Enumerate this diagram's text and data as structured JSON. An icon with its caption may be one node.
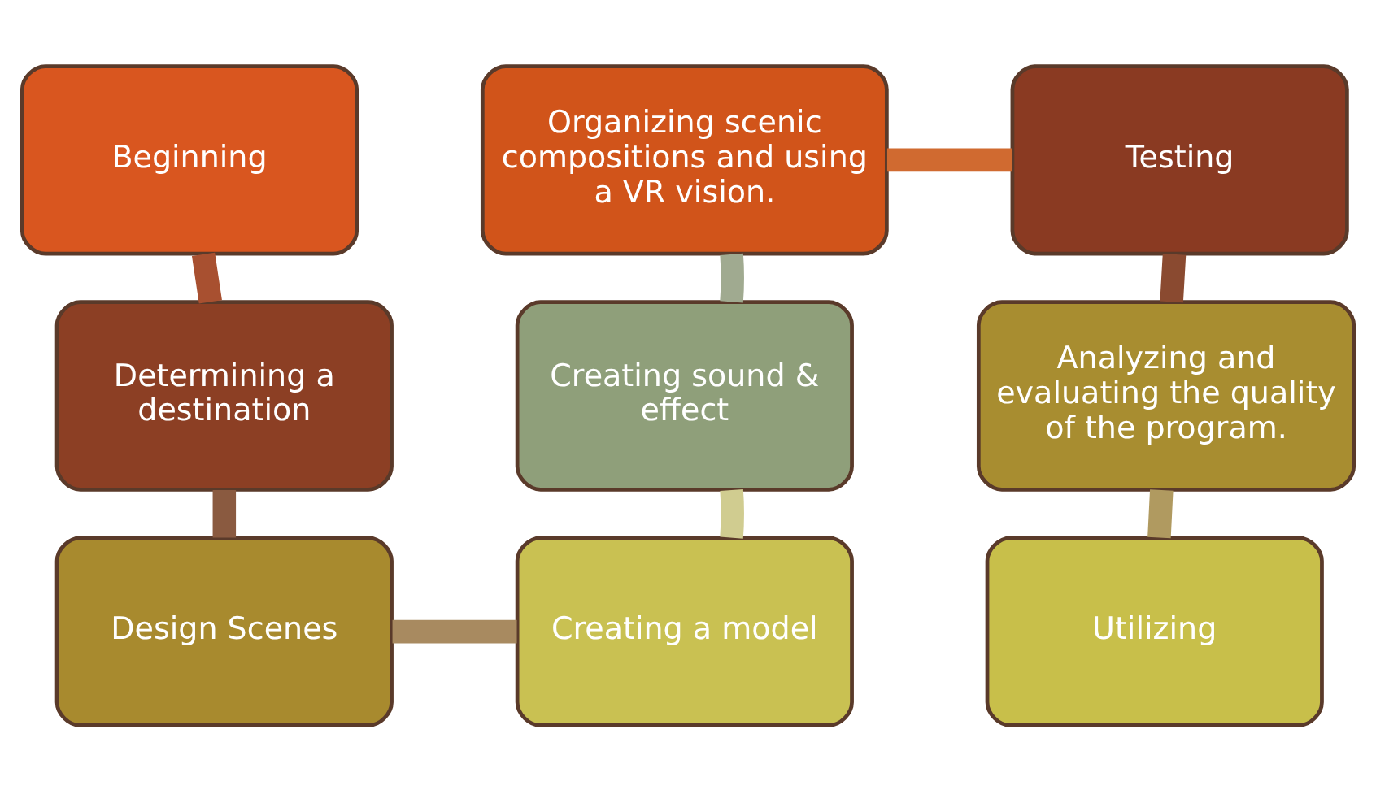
{
  "diagram": {
    "nodes": [
      {
        "text": [
          "Beginning"
        ]
      },
      {
        "text": [
          "Determining a destination"
        ]
      },
      {
        "text": [
          "Design Scenes"
        ]
      },
      {
        "text": [
          "Creating a model"
        ]
      },
      {
        "text": [
          "Creating sound & effect"
        ]
      },
      {
        "text": [
          "Organizing scenic compositions and using a VR vision."
        ]
      },
      {
        "text": [
          "Testing"
        ]
      },
      {
        "text": [
          "Analyzing and evaluating the quality of the program."
        ]
      },
      {
        "text": [
          "Utilizing"
        ]
      }
    ],
    "edges": [
      {
        "from": 0,
        "to": 1,
        "arrow": "none",
        "color": "#a85030"
      },
      {
        "from": 1,
        "to": 2,
        "arrow": "none",
        "color": "#8a5a40"
      },
      {
        "from": 2,
        "to": 3,
        "arrow": "none",
        "color": "#a88a60"
      },
      {
        "from": 3,
        "to": 4,
        "arrow": "none",
        "color": "#d0cc90"
      },
      {
        "from": 4,
        "to": 5,
        "arrow": "none",
        "color": "#a0aa90"
      },
      {
        "from": 5,
        "to": 6,
        "arrow": "none",
        "color": "#d06a30"
      },
      {
        "from": 6,
        "to": 7,
        "arrow": "none",
        "color": "#8a4a30"
      },
      {
        "from": 7,
        "to": 8,
        "arrow": "none",
        "color": "#b09a60"
      }
    ]
  }
}
